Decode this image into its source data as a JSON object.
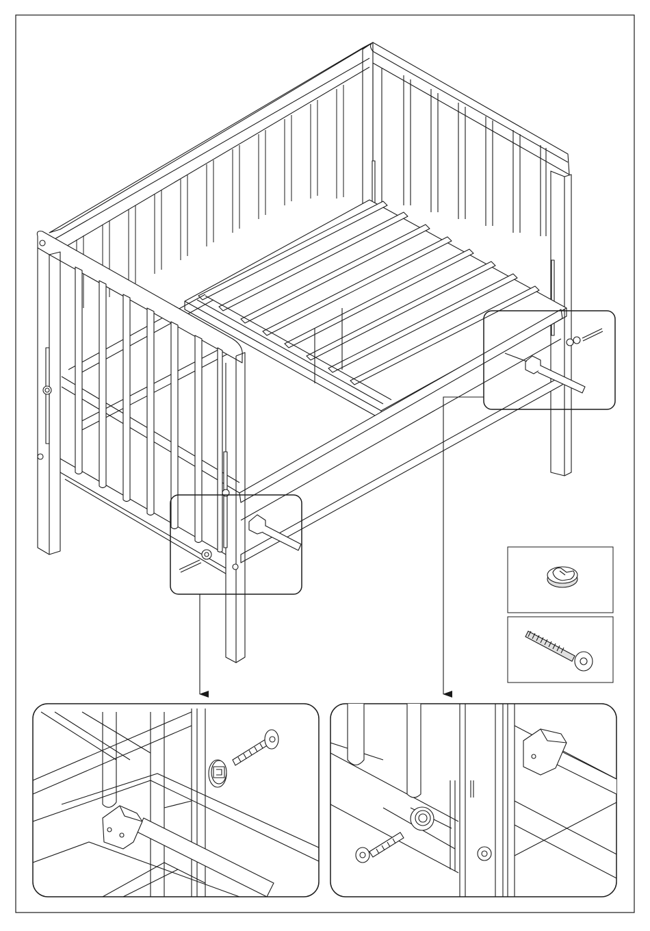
{
  "sheet": {
    "type": "assembly-instruction",
    "subject": "crib",
    "line_color": "#1a1a1a",
    "background_color": "#ffffff",
    "part_shade_color": "#e0e0e0"
  },
  "callouts": [
    {
      "id": "left-front-joint",
      "leads_to": "detail-left"
    },
    {
      "id": "right-rear-joint",
      "leads_to": "detail-right"
    }
  ],
  "parts": [
    {
      "id": "cam-nut",
      "icon": "cam-nut-icon"
    },
    {
      "id": "connector-bolt",
      "icon": "bolt-icon"
    }
  ],
  "details": [
    {
      "id": "detail-left",
      "shows": [
        "bracket",
        "cam-nut",
        "bolt"
      ]
    },
    {
      "id": "detail-right",
      "shows": [
        "bracket",
        "cam-nut",
        "bolt"
      ]
    }
  ]
}
